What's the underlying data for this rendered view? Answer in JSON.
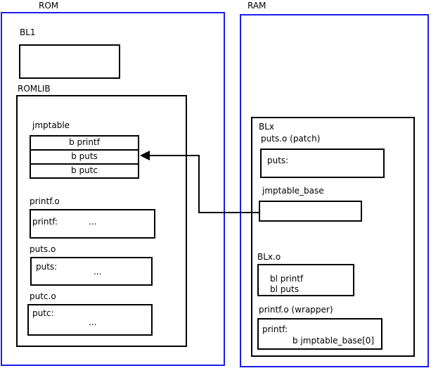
{
  "rom": {
    "title": "ROM",
    "bl1": {
      "label": "BL1"
    },
    "romlib": {
      "label": "ROMLIB",
      "jmptable": {
        "label": "jmptable",
        "rows": [
          "b printf",
          "b puts",
          "b putc"
        ]
      },
      "printf_o": {
        "label": "printf.o",
        "entry": "printf:",
        "body": "..."
      },
      "puts_o": {
        "label": "puts.o",
        "entry": "puts:",
        "body": "..."
      },
      "putc_o": {
        "label": "putc.o",
        "entry": "putc:",
        "body": "..."
      }
    }
  },
  "ram": {
    "title": "RAM",
    "blx": {
      "label": "BLx",
      "puts_patch": {
        "label": "puts.o (patch)",
        "entry": "puts:"
      },
      "jmptable_base": {
        "label": "jmptable_base"
      },
      "blx_o": {
        "label": "BLx.o",
        "lines": [
          "bl printf",
          "bl puts"
        ]
      },
      "printf_wrapper": {
        "label": "printf.o (wrapper)",
        "entry": "printf:",
        "body": "b jmptable_base[0]"
      }
    }
  },
  "arrow": {
    "from": "jmptable_base",
    "to": "b puts"
  },
  "colors": {
    "region_border": "#1b1bea",
    "box_border": "#000000",
    "background": "#ffffff"
  }
}
